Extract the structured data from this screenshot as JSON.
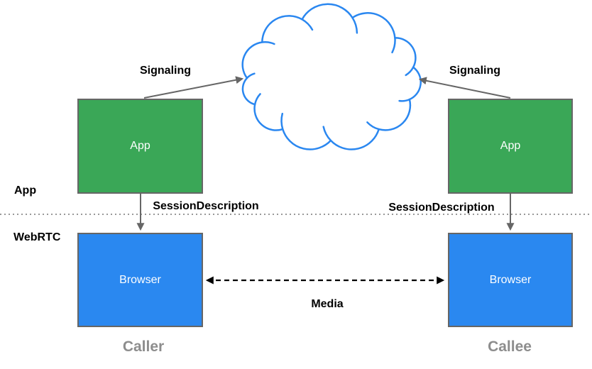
{
  "boxes": {
    "caller_app": "App",
    "callee_app": "App",
    "caller_browser": "Browser",
    "callee_browser": "Browser"
  },
  "layer_labels": {
    "app": "App",
    "webrtc": "WebRTC"
  },
  "edges": {
    "signaling_left": "Signaling",
    "signaling_right": "Signaling",
    "session_description_left": "SessionDescription",
    "session_description_right": "SessionDescription",
    "media": "Media"
  },
  "captions": {
    "caller": "Caller",
    "callee": "Callee"
  },
  "colors": {
    "app_box": "#3aa757",
    "browser_box": "#2a88f0",
    "cloud": "#2a87f0",
    "box_border": "#666666",
    "box_text": "#ffffff",
    "arrow": "#666666",
    "media_arrow": "#000000",
    "divider": "#999999",
    "caption_text": "#8d8d8d",
    "label_text": "#000000"
  }
}
